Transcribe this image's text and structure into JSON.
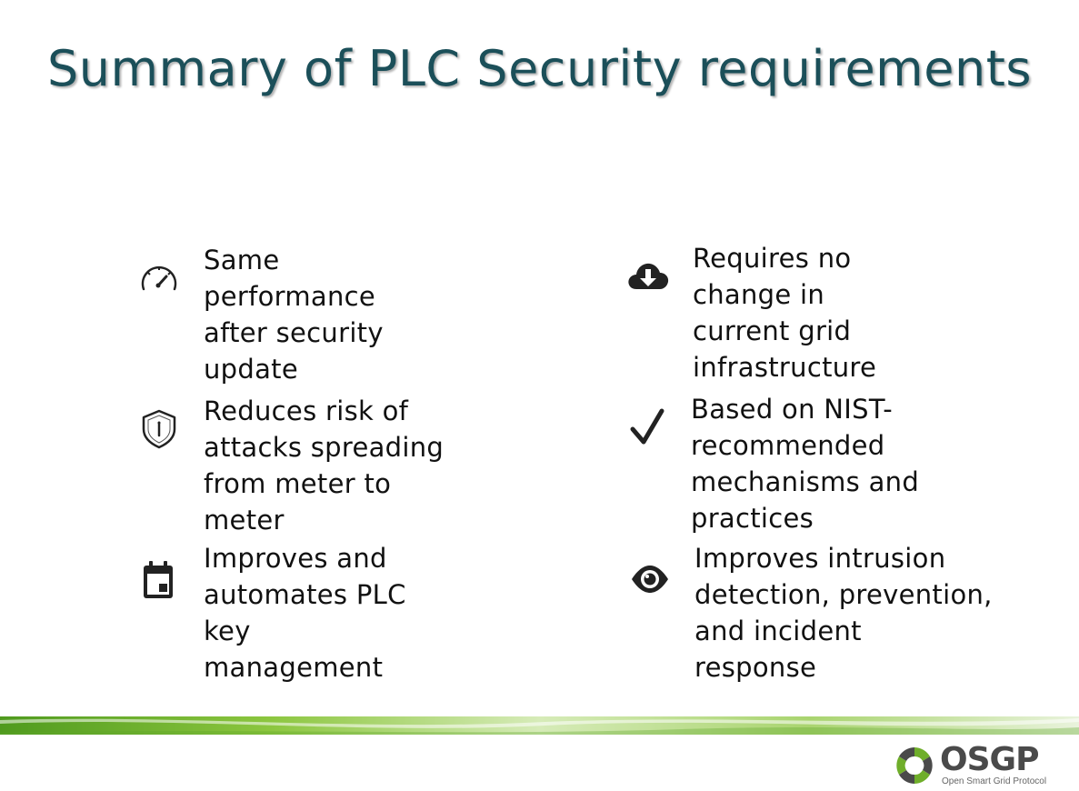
{
  "slide": {
    "title": "Summary of PLC Security requirements"
  },
  "requirements": {
    "left": [
      {
        "icon": "speedometer-icon",
        "text": "Same\nperformance\nafter security\nupdate"
      },
      {
        "icon": "shield-icon",
        "text": "Reduces risk of\nattacks spreading\nfrom meter to\nmeter"
      },
      {
        "icon": "calendar-icon",
        "text": "Improves and\nautomates PLC\nkey\nmanagement"
      }
    ],
    "right": [
      {
        "icon": "cloud-download-icon",
        "text": "Requires no\nchange in\ncurrent grid\ninfrastructure"
      },
      {
        "icon": "checkmark-icon",
        "text": "Based on NIST-\nrecommended\nmechanisms and\npractices"
      },
      {
        "icon": "eye-icon",
        "text": "Improves intrusion\ndetection, prevention,\nand incident\nresponse"
      }
    ]
  },
  "footer": {
    "logo_text": "OSGP",
    "logo_tagline": "Open Smart Grid Protocol"
  },
  "colors": {
    "title": "#1b4f59",
    "text": "#111111",
    "icon": "#222222",
    "band_green": "#7ab929",
    "logo_green": "#6fae2a",
    "logo_grey": "#4a4a4a"
  }
}
